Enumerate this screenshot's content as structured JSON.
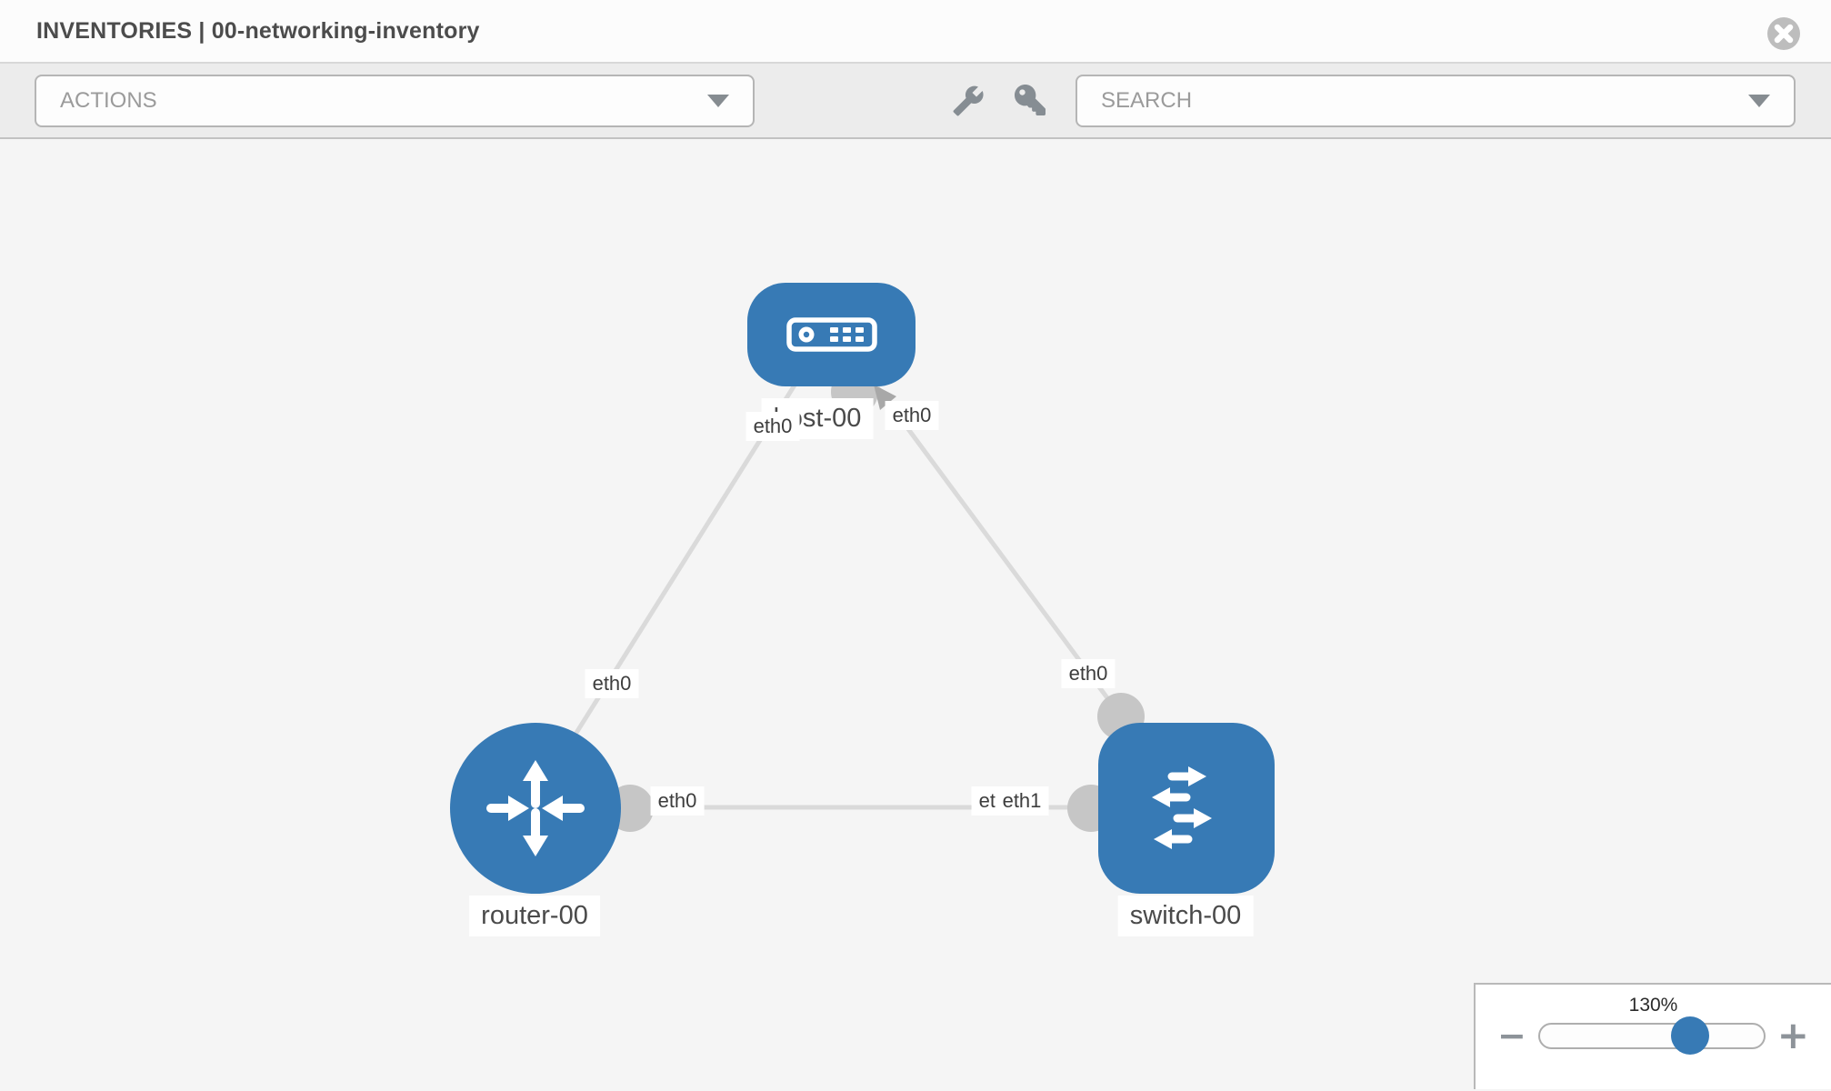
{
  "header": {
    "title": "INVENTORIES | 00-networking-inventory"
  },
  "toolbar": {
    "actions_label": "ACTIONS",
    "search_label": "SEARCH",
    "icons": [
      "wrench-icon",
      "key-icon"
    ]
  },
  "topology": {
    "nodes": [
      {
        "id": "host-00",
        "type": "host",
        "label": "host-00",
        "shape": "rounded-rect",
        "icon": "host-icon"
      },
      {
        "id": "router-00",
        "type": "router",
        "label": "router-00",
        "shape": "circle",
        "icon": "router-icon"
      },
      {
        "id": "switch-00",
        "type": "switch",
        "label": "switch-00",
        "shape": "rounded-square",
        "icon": "switch-icon"
      }
    ],
    "links": [
      {
        "from": "host-00",
        "to": "router-00",
        "from_interface": "eth0",
        "to_interface": "eth0"
      },
      {
        "from": "host-00",
        "to": "switch-00",
        "from_interface": "eth0",
        "to_interface": "eth0"
      },
      {
        "from": "router-00",
        "to": "switch-00",
        "from_interface": "eth0",
        "to_interface": "eth1",
        "occluded_to_label": "eth0"
      }
    ]
  },
  "zoom_control": {
    "level": "130%",
    "minus_label": "−",
    "plus_label": "+"
  },
  "colors": {
    "node_blue": "#377ab5",
    "edge_gray": "#dadada",
    "interface_gray": "#c6c6c6",
    "toolbar_bg": "#ececec",
    "canvas_bg": "#f5f5f5"
  }
}
